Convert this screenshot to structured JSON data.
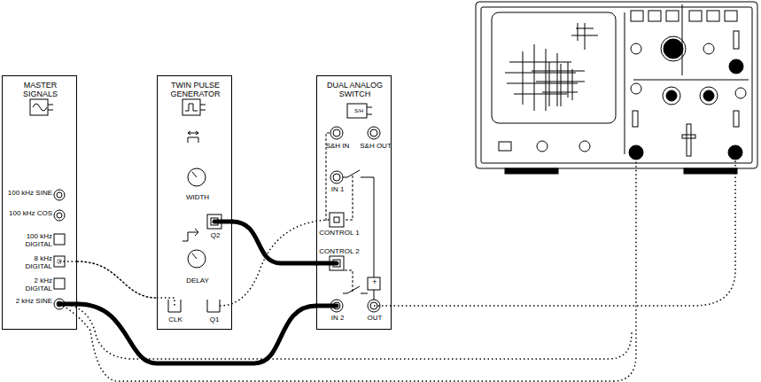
{
  "diagram": {
    "nodes": [
      {
        "text": [
          "MASTER SIGNALS",
          "100 kHz SINE",
          "100 kHz COS",
          "100 kHz DIGITAL",
          "8 kHz DIGITAL",
          "2 kHz DIGITAL",
          "2 kHz SINE"
        ]
      },
      {
        "text": [
          "TWIN PULSE GENERATOR",
          "WIDTH",
          "Q2",
          "DELAY",
          "CLK",
          "Q1"
        ]
      },
      {
        "text": [
          "DUAL ANALOG SWITCH",
          "S/H",
          "S&H IN",
          "S&H OUT",
          "IN 1",
          "CONTROL 1",
          "CONTROL 2",
          "IN 2",
          "OUT",
          "+"
        ]
      }
    ],
    "edges": [
      {
        "from": 0,
        "to": 2,
        "arrow": "none"
      },
      {
        "from": 1,
        "to": 2,
        "arrow": "none"
      },
      {
        "from": 0,
        "to": 1,
        "arrow": "none"
      }
    ]
  }
}
